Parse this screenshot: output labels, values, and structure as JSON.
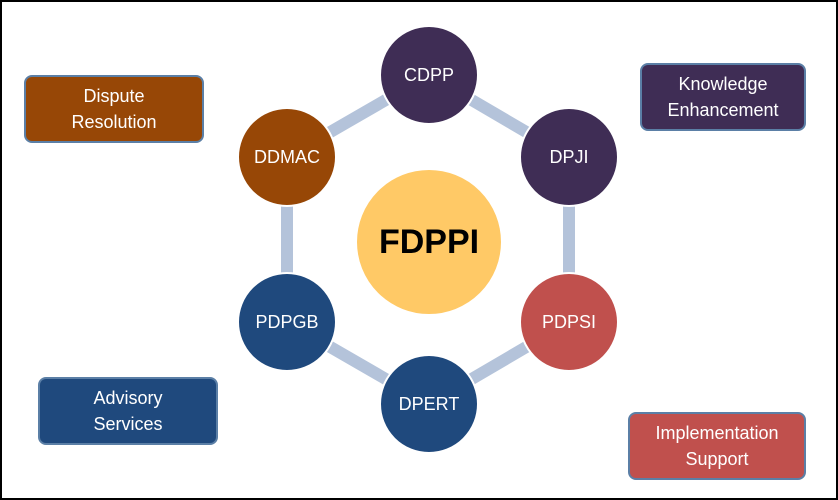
{
  "diagram": {
    "center": {
      "label": "FDPPI",
      "color": "#ffc966"
    },
    "ring_color": "#b4c3da",
    "nodes": [
      {
        "label": "CDPP",
        "color": "#3f2d55"
      },
      {
        "label": "DPJI",
        "color": "#3f2d55"
      },
      {
        "label": "PDPSI",
        "color": "#c0504d"
      },
      {
        "label": "DPERT",
        "color": "#1f497d"
      },
      {
        "label": "PDPGB",
        "color": "#1f497d"
      },
      {
        "label": "DDMAC",
        "color": "#974706"
      }
    ],
    "boxes": [
      {
        "line1": "Dispute",
        "line2": "Resolution",
        "color": "#974706"
      },
      {
        "line1": "Knowledge",
        "line2": "Enhancement",
        "color": "#3f2d55"
      },
      {
        "line1": "Advisory",
        "line2": "Services",
        "color": "#1f497d"
      },
      {
        "line1": "Implementation",
        "line2": "Support",
        "color": "#c0504d"
      }
    ]
  }
}
